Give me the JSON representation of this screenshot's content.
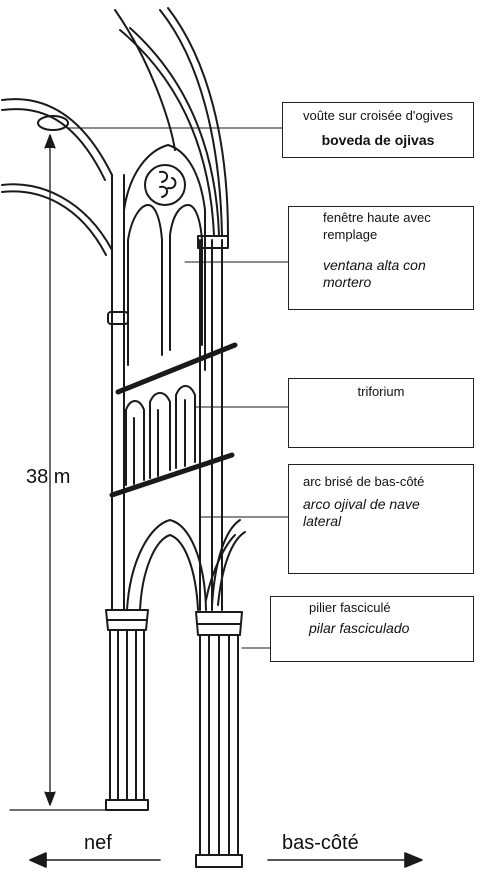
{
  "labels": {
    "vault": {
      "fr": "voûte sur croisée d'ogives",
      "es": "boveda de ojivas"
    },
    "window": {
      "fr": "fenêtre haute avec remplage",
      "es": "ventana alta con mortero"
    },
    "triforium": {
      "fr": "triforium",
      "es": ""
    },
    "arch": {
      "fr": "arc brisé de bas-côté",
      "es": "arco ojival de nave lateral"
    },
    "pillar": {
      "fr": "pilier fasciculé",
      "es": "pilar fasciculado"
    }
  },
  "height": "38 m",
  "directions": {
    "left": "nef",
    "right": "bas-côté"
  }
}
